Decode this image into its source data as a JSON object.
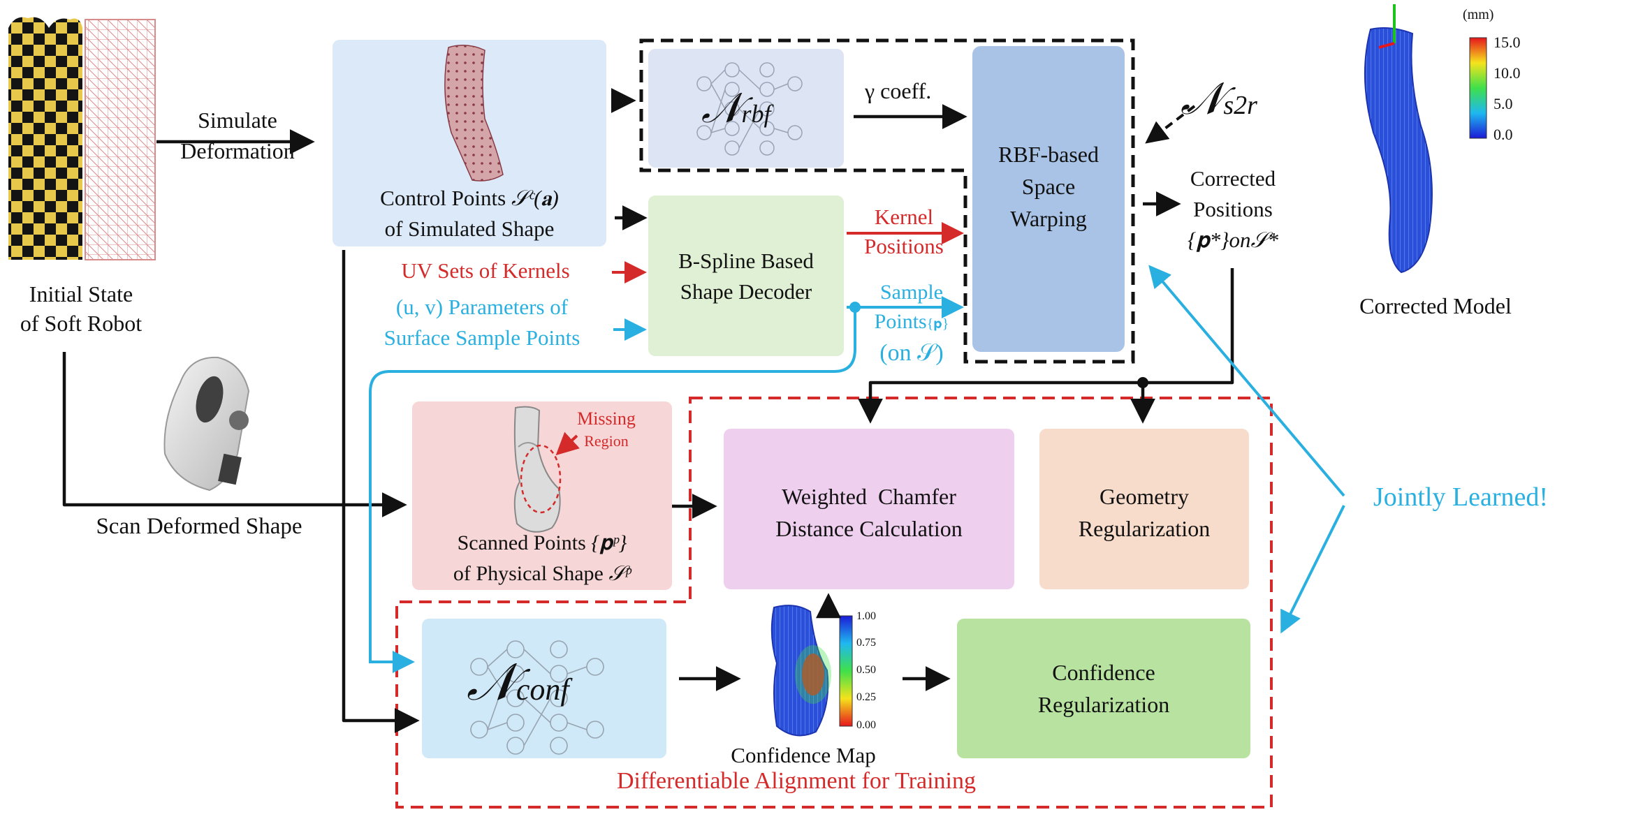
{
  "colors": {
    "red": "#d42a2a",
    "cyan": "#2ab0e0",
    "box_blue": "#dce9f8",
    "box_green": "#dff0d4",
    "box_rbf": "#a9c3e6",
    "box_nrbf": "#dde4f4",
    "box_pink": "#f6d6d6",
    "box_violet": "#efcfee",
    "box_peach": "#f8dccb",
    "box_conf_net": "#cfe9f9",
    "box_conf_reg": "#b7e2a0"
  },
  "inputs": {
    "initial_state": "Initial State",
    "of_soft_robot": "of Soft Robot",
    "simulate": "Simulate",
    "deformation": "Deformation",
    "scan_deformed_shape": "Scan Deformed Shape"
  },
  "control_points": {
    "line1": "Control Points",
    "line1_math": "𝒮ᶜ(𝐚)",
    "line2": "of Simulated Shape"
  },
  "uv_kernels": "UV Sets of Kernels",
  "uv_params": {
    "line1": "(u, v) Parameters of",
    "line2": "Surface Sample Points"
  },
  "nrbf": {
    "symbol": "𝒩",
    "subscript": "rbf"
  },
  "gamma_coeff": "γ coeff.",
  "decoder": {
    "line1": "B-Spline Based",
    "line2": "Shape Decoder"
  },
  "kernel_positions": {
    "line1": "Kernel",
    "line2": "Positions"
  },
  "sample_points": {
    "line1": "Sample",
    "line2": "Points",
    "line2_math": "{𝐩}",
    "line3": "(on 𝒮)"
  },
  "rbf_warp": {
    "line1": "RBF-based",
    "line2": "Space",
    "line3": "Warping"
  },
  "ns2r": {
    "symbol": "𝒩",
    "subscript": "s2r"
  },
  "corrected_positions": {
    "line1": "Corrected",
    "line2": "Positions",
    "line3": "{𝐩*}on𝒮*"
  },
  "corrected_model": {
    "label": "Corrected Model",
    "unit": "(mm)",
    "ticks": [
      "15.0",
      "10.0",
      "5.0",
      "0.0"
    ]
  },
  "missing_region": {
    "line1": "Missing",
    "line2": "Region"
  },
  "scanned_points": {
    "line1": "Scanned Points",
    "line1_math": "{𝐩ᵖ}",
    "line2": "of Physical Shape",
    "line2_math": "𝒮ᵖ"
  },
  "chamfer": {
    "line1": "Weighted  Chamfer",
    "line2": "Distance Calculation"
  },
  "geometry_reg": {
    "line1": "Geometry",
    "line2": "Regularization"
  },
  "jointly_learned": "Jointly Learned!",
  "nconf": {
    "symbol": "𝒩",
    "subscript": "conf"
  },
  "confidence_map": {
    "label": "Confidence Map",
    "ticks": [
      "1.00",
      "0.75",
      "0.50",
      "0.25",
      "0.00"
    ]
  },
  "confidence_reg": {
    "line1": "Confidence",
    "line2": "Regularization"
  },
  "diff_alignment": "Differentiable Alignment for Training"
}
